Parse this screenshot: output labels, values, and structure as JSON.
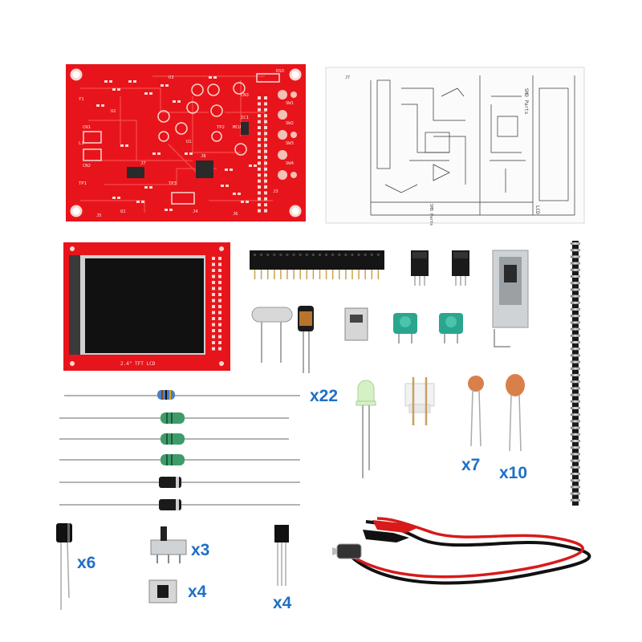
{
  "pcb": {
    "labels": [
      "DSO",
      "CN1",
      "CN2",
      "CN3",
      "SW1",
      "SW2",
      "SW3",
      "SW4",
      "J3",
      "J4",
      "J5",
      "J6",
      "J7",
      "J8",
      "IC1",
      "U1",
      "U2",
      "U3",
      "MCU",
      "Q1",
      "Y1",
      "L1",
      "TP1",
      "TP2",
      "TP3"
    ],
    "colors": {
      "board": "#e8141c",
      "trace": "#f64a4a",
      "pad": "#f7d8d0"
    }
  },
  "manual": {
    "title": "SMD Parts",
    "corner": "LCD",
    "side": "SMD Parts"
  },
  "lcd": {
    "silk_label": "2.4\" TFT LCD",
    "colors": {
      "board": "#e8141c",
      "screen": "#111111"
    }
  },
  "quantities": {
    "resistors": "x22",
    "ceramic_small": "x7",
    "ceramic_large": "x10",
    "electrolytic": "x6",
    "slide_switch": "x3",
    "tact_switch": "x4",
    "transistor": "x4"
  },
  "colors": {
    "qty_text": "#1f6fc5",
    "probe_red": "#d81a1a",
    "probe_black": "#111111",
    "trimmer": "#2aa58e",
    "ceramic": "#d9804a"
  }
}
